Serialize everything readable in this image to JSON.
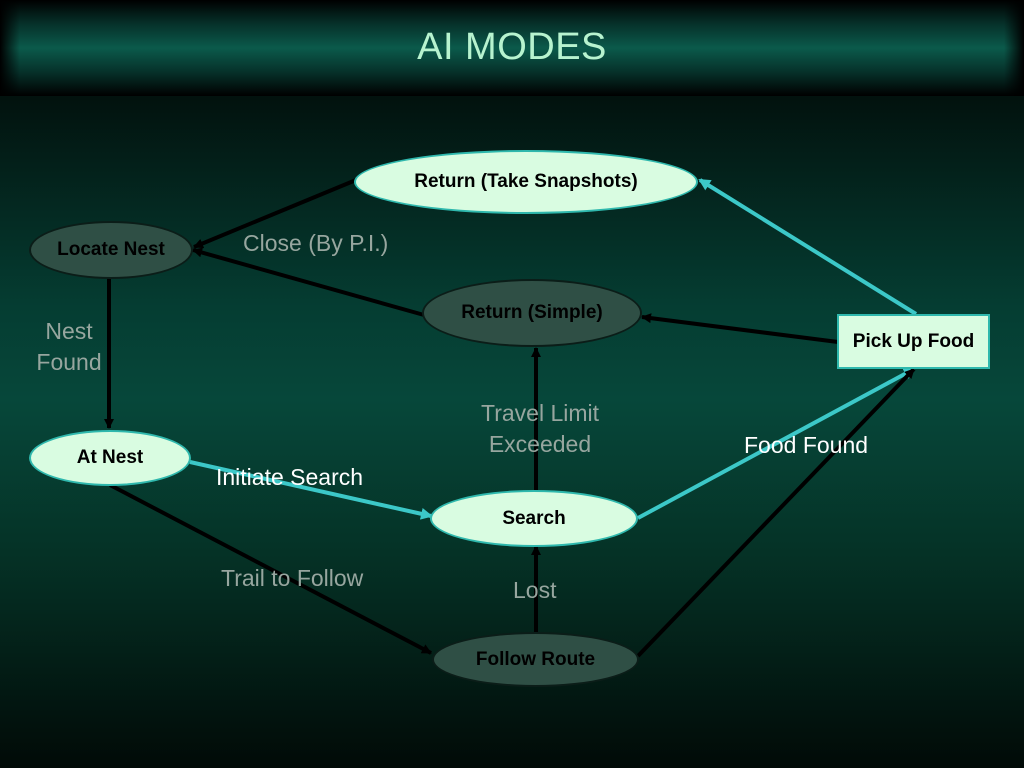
{
  "title": "AI MODES",
  "nodes": {
    "return_snapshots": "Return (Take Snapshots)",
    "locate_nest": "Locate Nest",
    "return_simple": "Return (Simple)",
    "pick_up_food": "Pick Up Food",
    "at_nest": "At Nest",
    "search": "Search",
    "follow_route": "Follow Route"
  },
  "labels": {
    "close_by_pi": "Close (By P.I.)",
    "nest_found": [
      "Nest",
      "Found"
    ],
    "travel_limit": [
      "Travel Limit",
      "Exceeded"
    ],
    "food_found": "Food Found",
    "initiate_search": "Initiate Search",
    "trail_to_follow": "Trail to Follow",
    "lost": "Lost"
  },
  "colors": {
    "arrow_black": "#000000",
    "arrow_cyan": "#3cc8c8",
    "node_light": "#d9fce1",
    "node_dark": "#2f4f45",
    "title": "#b7f3cf"
  }
}
